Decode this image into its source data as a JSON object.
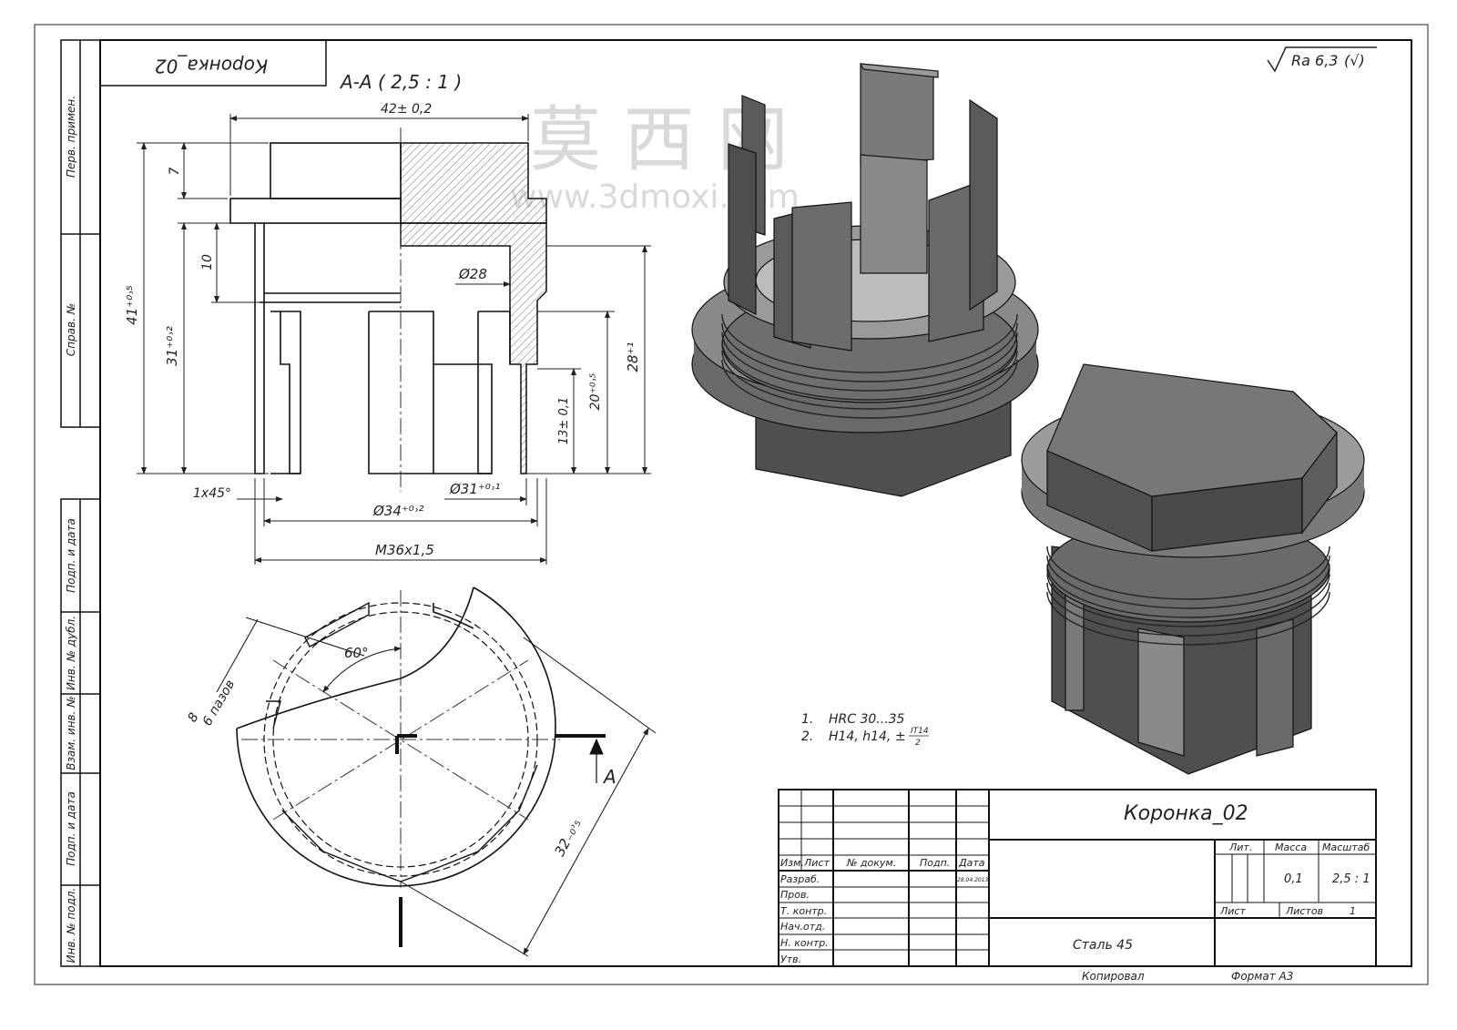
{
  "sheet": {
    "rotated_title": "Коронка_02",
    "roughness": "Ra 6,3",
    "roughness_mark": "(√)",
    "watermark_cn": "莫 西 网",
    "watermark_url": "www.3dmoxi.com"
  },
  "side_strip": {
    "perv_primen": "Перв. примен.",
    "sprav_no": "Справ. №",
    "podp_data_top": "Подп. и дата",
    "inv_dubl": "Инв. № дубл.",
    "vzam_inv": "Взам. инв. №",
    "podp_data_bottom": "Подп. и дата",
    "inv_podl": "Инв. № подл."
  },
  "section_view": {
    "label": "А-А ( 2,5 : 1 )",
    "dim_width_top": "42± 0,2",
    "dim_7": "7",
    "dim_10": "10",
    "dim_41": "41⁺⁰˒⁵",
    "dim_31": "31⁺⁰˒²",
    "dim_d28": "Ø28",
    "dim_28": "28⁺¹",
    "dim_20": "20⁺⁰˒⁵",
    "dim_13": "13± 0,1",
    "dim_chamfer": "1x45°",
    "dim_d31": "Ø31⁺⁰˒¹",
    "dim_d34": "Ø34⁺⁰˒²",
    "dim_thread": "M36x1,5"
  },
  "plan_view": {
    "angle": "60°",
    "slots_count": "8",
    "slots_label": "6 пазов",
    "section_marker": "A",
    "dim_32": "32₋₀˒₅"
  },
  "notes": {
    "n1_num": "1.",
    "n1_text": "HRC 30...35",
    "n2_num": "2.",
    "n2_text": "H14, h14, ±",
    "n2_frac_top": "IT14",
    "n2_frac_bottom": "2"
  },
  "title_block": {
    "designation": "Коронка_02",
    "material": "Сталь 45",
    "col_izm": "Изм.",
    "col_list": "Лист",
    "col_doc": "№ докум.",
    "col_podp": "Подп.",
    "col_data": "Дата",
    "date_value": "28.04.2013",
    "razrab": "Разраб.",
    "prov": "Пров.",
    "t_kontr": "Т. контр.",
    "nach_otd": "Нач.отд.",
    "n_kontr": "Н. контр.",
    "utv": "Утв.",
    "lit": "Лит.",
    "massa": "Масса",
    "masshtab": "Масштаб",
    "massa_value": "0,1",
    "masshtab_value": "2,5 : 1",
    "list_label": "Лист",
    "listov_label": "Листов",
    "listov_value": "1"
  },
  "footer": {
    "kopiroval": "Копировал",
    "format": "Формат А3"
  },
  "colors": {
    "line": "#1a1a1a",
    "metal_dark": "#4a4a4a",
    "metal_mid": "#7a7a7a",
    "metal_light": "#a8a8a8",
    "watermark": "#d9d9d9"
  }
}
